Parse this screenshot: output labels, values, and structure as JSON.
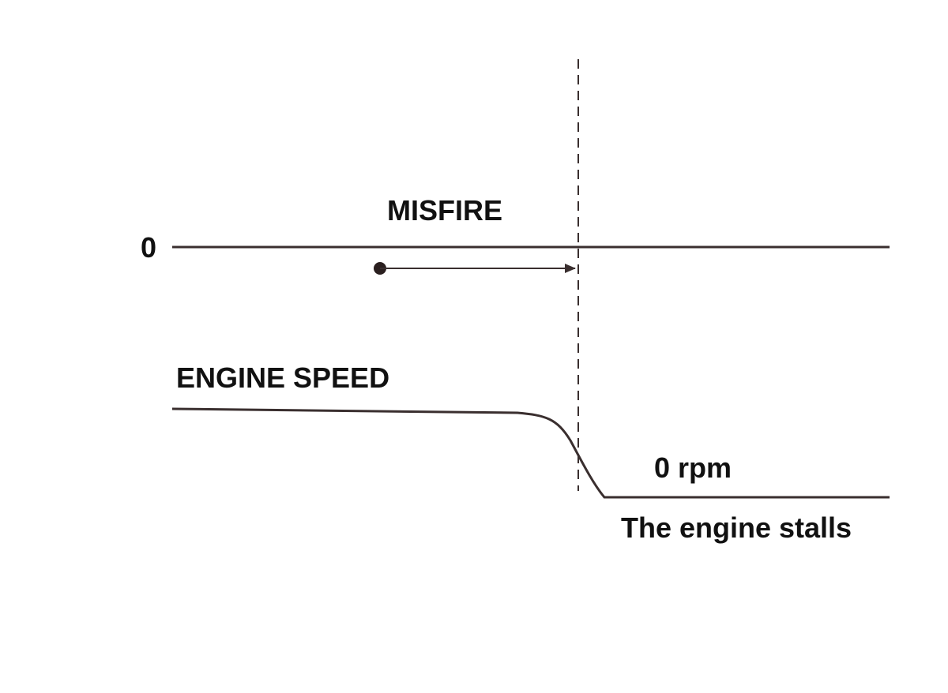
{
  "labels": {
    "zero": "0",
    "misfire": "MISFIRE",
    "engine_speed": "ENGINE SPEED",
    "zero_rpm": "0 rpm",
    "engine_stalls": "The engine stalls"
  },
  "colors": {
    "line": "#3a2f2f",
    "text": "#111111",
    "background": "#ffffff"
  }
}
